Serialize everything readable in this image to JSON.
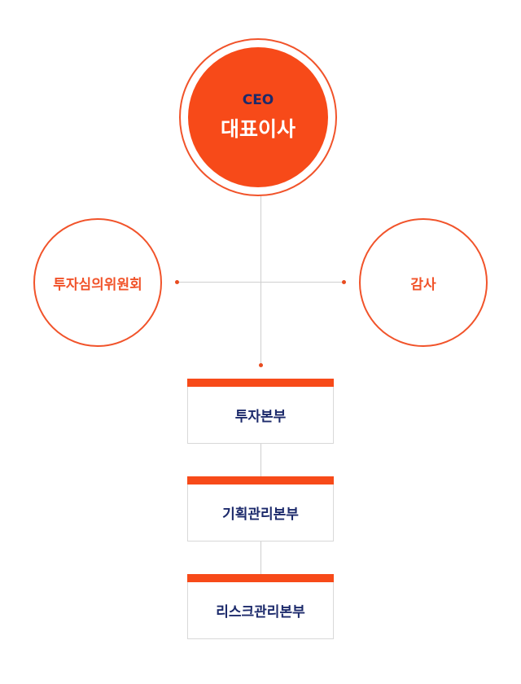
{
  "ceo": {
    "title_en": "CEO",
    "title_ko": "대표이사"
  },
  "side_units": {
    "left": "투자심의위원회",
    "right": "감사"
  },
  "departments": [
    "투자본부",
    "기획관리본부",
    "리스크관리본부"
  ],
  "colors": {
    "accent": "#f74a19",
    "navy": "#1c2a6b",
    "line": "#cfcfcf"
  }
}
